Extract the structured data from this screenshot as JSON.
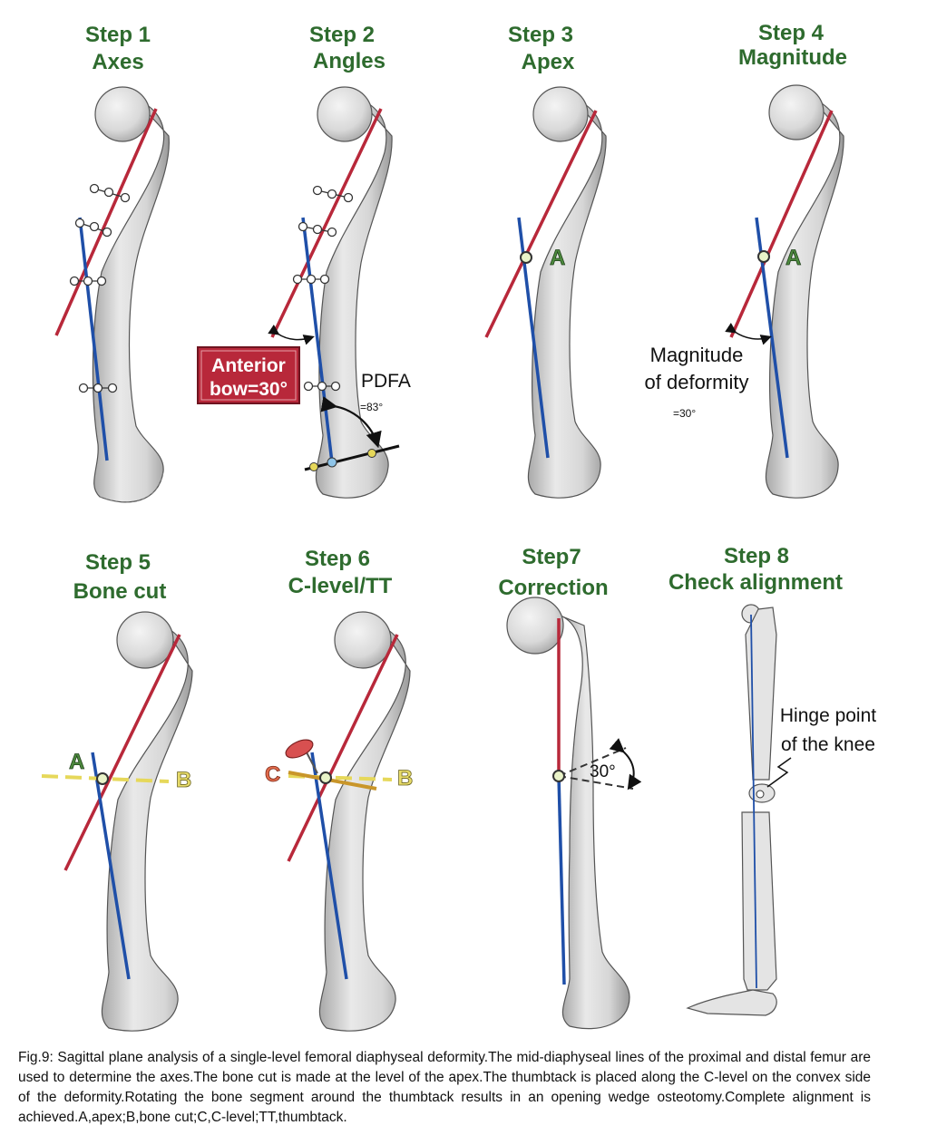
{
  "steps": [
    {
      "id": 1,
      "line1": "Step 1",
      "line2": "Axes"
    },
    {
      "id": 2,
      "line1": "Step 2",
      "line2": "Angles"
    },
    {
      "id": 3,
      "line1": "Step 3",
      "line2": "Apex"
    },
    {
      "id": 4,
      "line1": "Step 4",
      "line2": "Magnitude"
    },
    {
      "id": 5,
      "line1": "Step 5",
      "line2": "Bone cut"
    },
    {
      "id": 6,
      "line1": "Step 6",
      "line2": "C-level/TT"
    },
    {
      "id": 7,
      "line1": "Step7",
      "line2": "Correction"
    },
    {
      "id": 8,
      "line1": "Step 8",
      "line2": "Check alignment"
    }
  ],
  "annotations": {
    "anterior_bow_line1": "Anterior",
    "anterior_bow_line2": "bow=30°",
    "pdfa_label": "PDFA",
    "pdfa_value": "=83°",
    "magnitude_line1": "Magnitude",
    "magnitude_line2": "of deformity",
    "magnitude_value": "=30°",
    "apex_letter": "A",
    "bone_cut_letter": "B",
    "c_level_letter": "C",
    "correction_angle": "30°",
    "hinge_line1": "Hinge point",
    "hinge_line2": "of the knee"
  },
  "colors": {
    "title_green": "#2e6b2e",
    "proximal_axis_red": "#b8283a",
    "distal_axis_blue": "#1f4fa8",
    "bone_fill": "#dcdcdc",
    "cut_yellow": "#e6d85a"
  },
  "caption": "Fig.9:  Sagittal plane analysis of a single-level femoral diaphyseal deformity.The mid-diaphyseal lines of the proximal and distal femur are used to determine the axes.The bone cut is made at the level of the apex.The thumbtack is placed along the C-level on the convex side of the deformity.Rotating the bone segment around the thumbtack results in an opening wedge osteotomy.Complete alignment is achieved.A,apex;B,bone cut;C,C-level;TT,thumbtack."
}
